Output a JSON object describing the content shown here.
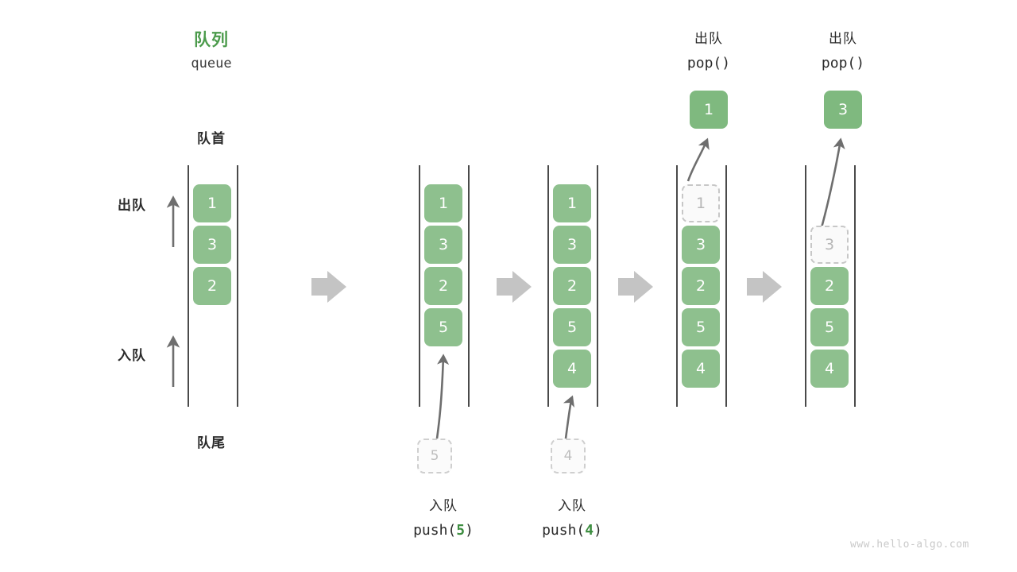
{
  "diagram": {
    "title_cn": "队列",
    "title_en": "queue",
    "head_label": "队首",
    "tail_label": "队尾",
    "dequeue_side_label": "出队",
    "enqueue_side_label": "入队",
    "watermark": "www.hello-algo.com",
    "colors": {
      "node_green": "#8ec08e",
      "title_green": "#4c9b4c",
      "arg_green": "#3e8e41",
      "ghost_gray": "#bdbdbd",
      "rail_gray": "#4a4a4a",
      "step_arrow_gray": "#c4c4c4",
      "curve_arrow_gray": "#6e6e6e",
      "watermark_gray": "#c9c9c9"
    }
  },
  "steps": [
    {
      "id": "initial",
      "kind": "initial",
      "nodes": [
        "1",
        "3",
        "2"
      ],
      "caption_cn": "",
      "caption_code": "",
      "ghost_value": ""
    },
    {
      "id": "push-5",
      "kind": "push",
      "nodes": [
        "1",
        "3",
        "2",
        "5"
      ],
      "caption_cn": "入队",
      "caption_code_prefix": "push(",
      "caption_code_arg": "5",
      "caption_code_suffix": ")",
      "ghost_value": "5"
    },
    {
      "id": "push-4",
      "kind": "push",
      "nodes": [
        "1",
        "3",
        "2",
        "5",
        "4"
      ],
      "caption_cn": "入队",
      "caption_code_prefix": "push(",
      "caption_code_arg": "4",
      "caption_code_suffix": ")",
      "ghost_value": "4"
    },
    {
      "id": "pop-1",
      "kind": "pop",
      "header_cn": "出队",
      "header_code": "pop()",
      "popped_value": "1",
      "ghost_value": "1",
      "nodes": [
        "3",
        "2",
        "5",
        "4"
      ]
    },
    {
      "id": "pop-3",
      "kind": "pop",
      "header_cn": "出队",
      "header_code": "pop()",
      "popped_value": "3",
      "ghost_value": "3",
      "nodes": [
        "2",
        "5",
        "4"
      ]
    }
  ],
  "step_arrows": [
    {
      "id": "sep-1"
    },
    {
      "id": "sep-2"
    },
    {
      "id": "sep-3"
    },
    {
      "id": "sep-4"
    }
  ]
}
